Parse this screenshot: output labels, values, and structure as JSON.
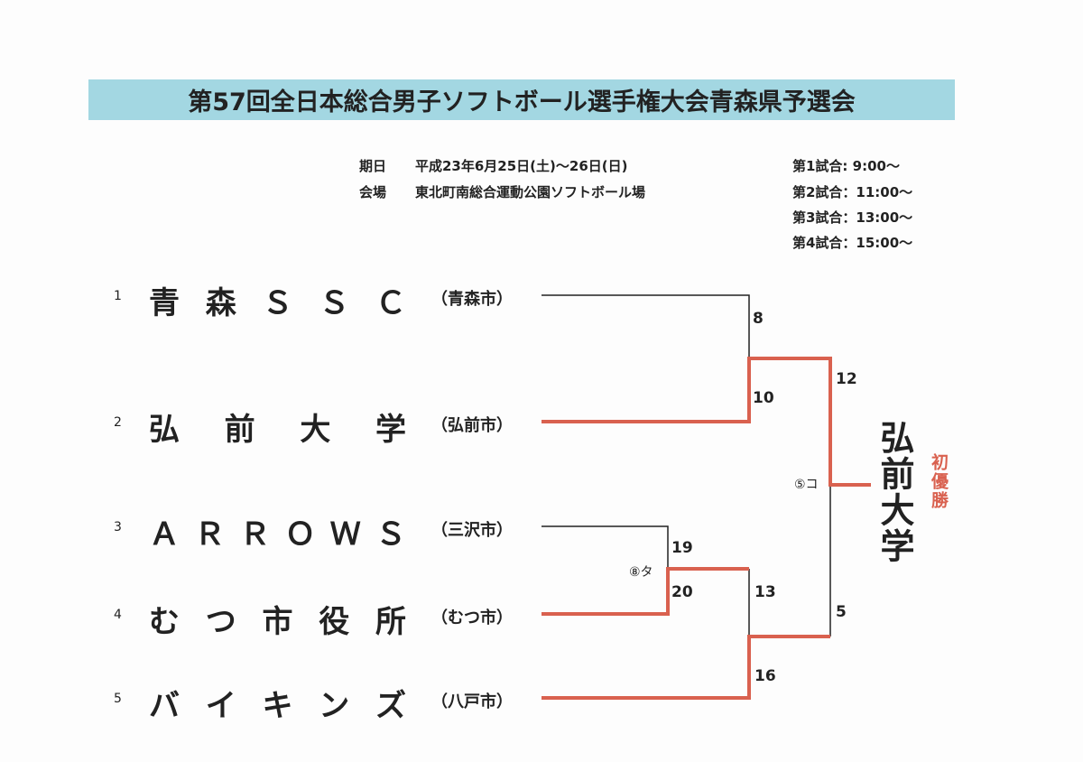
{
  "title": "第57回全日本総合男子ソフトボール選手権大会青森県予選会",
  "info": {
    "date_label": "期日",
    "date": "平成23年6月25日(土)～26日(日)",
    "venue_label": "会場",
    "venue": "東北町南総合運動公園ソフトボール場"
  },
  "schedule": [
    "第1試合:  9:00～",
    "第2試合：11:00～",
    "第3試合：13:00～",
    "第4試合：15:00～"
  ],
  "teams": [
    {
      "no": "1",
      "name": [
        "青",
        "森",
        "Ｓ",
        "Ｓ",
        "Ｃ"
      ],
      "city": "（青森市）"
    },
    {
      "no": "2",
      "name": [
        "弘",
        "前",
        "大",
        "学"
      ],
      "city": "（弘前市）"
    },
    {
      "no": "3",
      "name": [
        "Ａ",
        "Ｒ",
        "Ｒ",
        "Ｏ",
        "Ｗ",
        "Ｓ"
      ],
      "city": "（三沢市）"
    },
    {
      "no": "4",
      "name": [
        "む",
        "つ",
        "市",
        "役",
        "所"
      ],
      "city": "（むつ市）"
    },
    {
      "no": "5",
      "name": [
        "バ",
        "イ",
        "キ",
        "ン",
        "ズ"
      ],
      "city": "（八戸市）"
    }
  ],
  "scores": {
    "m1_t1": "8",
    "m1_t2": "10",
    "m2_t3": "19",
    "m2_t4": "20",
    "m3_w2": "13",
    "m3_t5": "16",
    "final_top": "12",
    "final_bottom": "5"
  },
  "game_marks": {
    "final": "⑤コ",
    "m2": "⑧タ"
  },
  "winner": "弘前大学",
  "winner_note": "初優勝",
  "colors": {
    "win_line": "#d9614f",
    "banner": "#a3d7e2"
  }
}
